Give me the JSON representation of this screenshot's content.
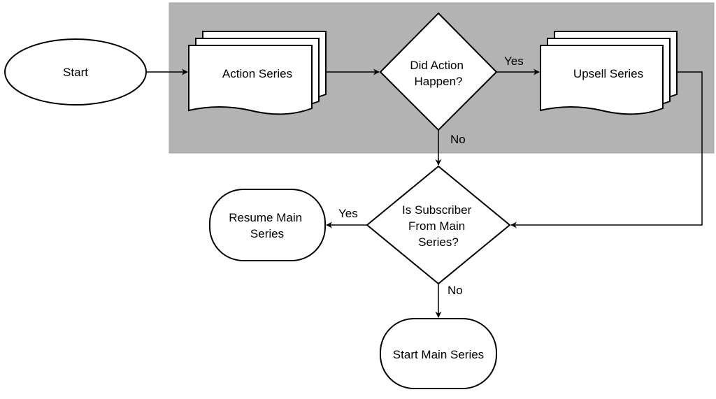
{
  "diagram": {
    "colors": {
      "group_fill": "#b3b3b3",
      "group_stroke": "#a6a6a6",
      "shape_stroke": "#000000",
      "shape_fill": "#ffffff"
    },
    "nodes": {
      "start": {
        "label": "Start",
        "shape": "ellipse"
      },
      "action_series": {
        "label": "Action Series",
        "shape": "multi-document"
      },
      "did_action": {
        "lines": [
          "Did Action",
          "Happen?"
        ],
        "shape": "diamond"
      },
      "upsell_series": {
        "label": "Upsell Series",
        "shape": "multi-document"
      },
      "is_subscriber": {
        "lines": [
          "Is Subscriber",
          "From Main",
          "Series?"
        ],
        "shape": "diamond"
      },
      "resume_main": {
        "lines": [
          "Resume Main",
          "Series"
        ],
        "shape": "rounded-terminal"
      },
      "start_main": {
        "label": "Start Main Series",
        "shape": "rounded-terminal"
      }
    },
    "edges": {
      "yes_upsell": "Yes",
      "no_down": "No",
      "yes_resume": "Yes",
      "no_start_main": "No"
    }
  }
}
